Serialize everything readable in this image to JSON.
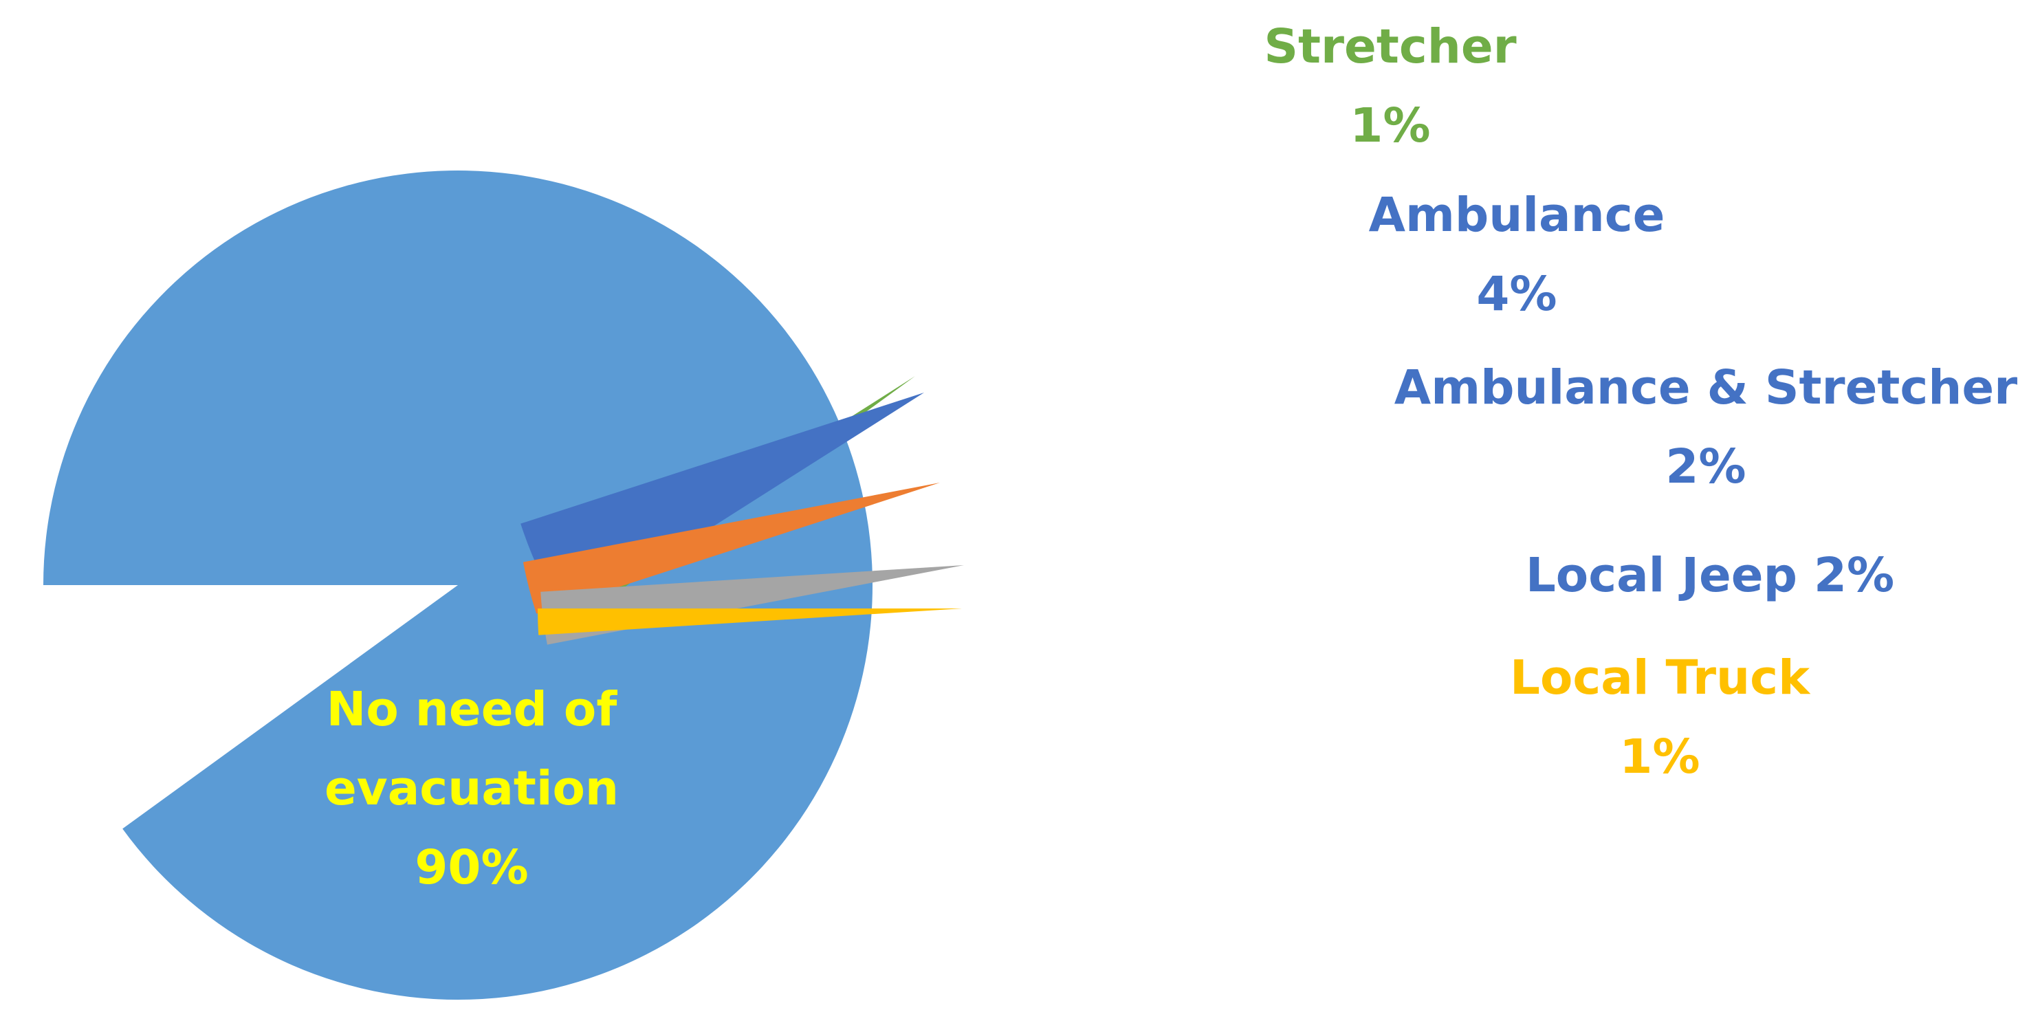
{
  "chart_data": {
    "type": "pie",
    "exploded": true,
    "start_angle_deg": 180,
    "slices": [
      {
        "label": "No need of evacuation",
        "label_lines": [
          "No need of",
          "evacuation",
          "90%"
        ],
        "value": 90,
        "percent_text": "90%",
        "color": "#5B9BD5",
        "label_color": "#FFFF00"
      },
      {
        "label": "Stretcher",
        "label_lines": [
          "Stretcher",
          "1%"
        ],
        "value": 1,
        "percent_text": "1%",
        "color": "#70AD47",
        "label_color": "#70AD47"
      },
      {
        "label": "Ambulance",
        "label_lines": [
          "Ambulance",
          "4%"
        ],
        "value": 4,
        "percent_text": "4%",
        "color": "#4472C4",
        "label_color": "#4472C4"
      },
      {
        "label": "Ambulance & Stretcher",
        "label_lines": [
          "Ambulance & Stretcher",
          "2%"
        ],
        "value": 2,
        "percent_text": "2%",
        "color": "#ED7D31",
        "label_color": "#4472C4"
      },
      {
        "label": "Local Jeep",
        "label_lines": [
          "Local Jeep 2%"
        ],
        "value": 2,
        "percent_text": "2%",
        "color": "#A5A5A5",
        "label_color": "#4472C4"
      },
      {
        "label": "Local Truck",
        "label_lines": [
          "Local Truck",
          "1%"
        ],
        "value": 1,
        "percent_text": "1%",
        "color": "#FFC000",
        "label_color": "#FFC000"
      }
    ]
  }
}
